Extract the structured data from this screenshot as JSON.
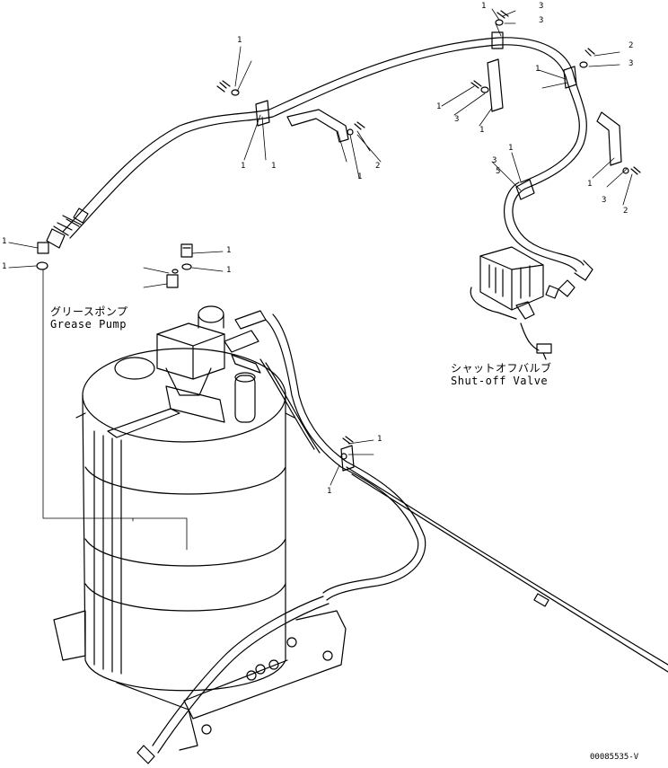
{
  "labels": {
    "grease_pump_jp": "グリースポンプ",
    "grease_pump_en": "Grease Pump",
    "shutoff_valve_jp": "シャットオフバルブ",
    "shutoff_valve_en": "Shut-off Valve",
    "figure_code": "00085535-V"
  },
  "callouts": [
    "1",
    "3",
    "3",
    "2",
    "3",
    "1",
    "1",
    "3",
    "1",
    "1",
    "3",
    "5",
    "1",
    "2",
    "3",
    "2",
    "1",
    "1",
    "1",
    "1",
    "1",
    "1",
    "1",
    "1",
    "1",
    "1"
  ]
}
